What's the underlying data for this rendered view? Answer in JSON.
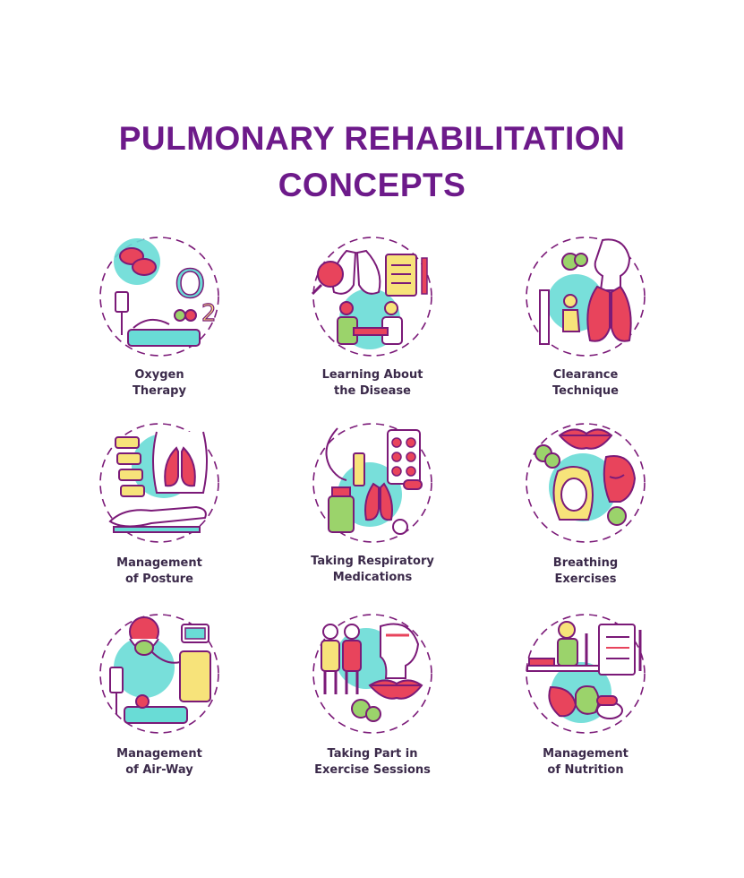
{
  "title": {
    "line1": "PULMONARY REHABILITATION",
    "line2": "CONCEPTS"
  },
  "colors": {
    "title": "#6d1a8a",
    "outline": "#7b1a78",
    "accent_teal": "#69dcd6",
    "accent_red": "#e8445c",
    "accent_yellow": "#f7e37a",
    "accent_green": "#9bd36b"
  },
  "concepts": [
    {
      "icon": "oxygen-therapy-icon",
      "line1": "Oxygen",
      "line2": "Therapy",
      "glyph": "O",
      "sub": "2"
    },
    {
      "icon": "learning-disease-icon",
      "line1": "Learning About",
      "line2": "the Disease"
    },
    {
      "icon": "clearance-technique-icon",
      "line1": "Clearance",
      "line2": "Technique"
    },
    {
      "icon": "posture-management-icon",
      "line1": "Management",
      "line2": "of Posture"
    },
    {
      "icon": "respiratory-medications-icon",
      "line1": "Taking Respiratory",
      "line2": "Medications"
    },
    {
      "icon": "breathing-exercises-icon",
      "line1": "Breathing",
      "line2": "Exercises"
    },
    {
      "icon": "airway-management-icon",
      "line1": "Management",
      "line2": "of Air-Way"
    },
    {
      "icon": "exercise-sessions-icon",
      "line1": "Taking Part in",
      "line2": "Exercise Sessions"
    },
    {
      "icon": "nutrition-management-icon",
      "line1": "Management",
      "line2": "of Nutrition"
    }
  ]
}
